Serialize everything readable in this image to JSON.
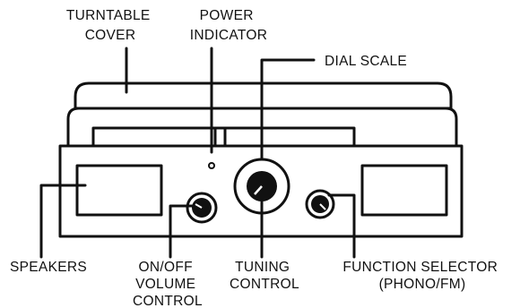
{
  "labels": {
    "turntable_cover": [
      "TURNTABLE",
      "COVER"
    ],
    "power_indicator": [
      "POWER",
      "INDICATOR"
    ],
    "dial_scale": [
      "DIAL SCALE"
    ],
    "speakers": [
      "SPEAKERS"
    ],
    "volume_control": [
      "ON/OFF",
      "VOLUME",
      "CONTROL"
    ],
    "tuning_control": [
      "TUNING",
      "CONTROL"
    ],
    "function_selector": [
      "FUNCTION SELECTOR",
      "(PHONO/FM)"
    ]
  },
  "colors": {
    "stroke": "#111111",
    "background": "#ffffff"
  }
}
